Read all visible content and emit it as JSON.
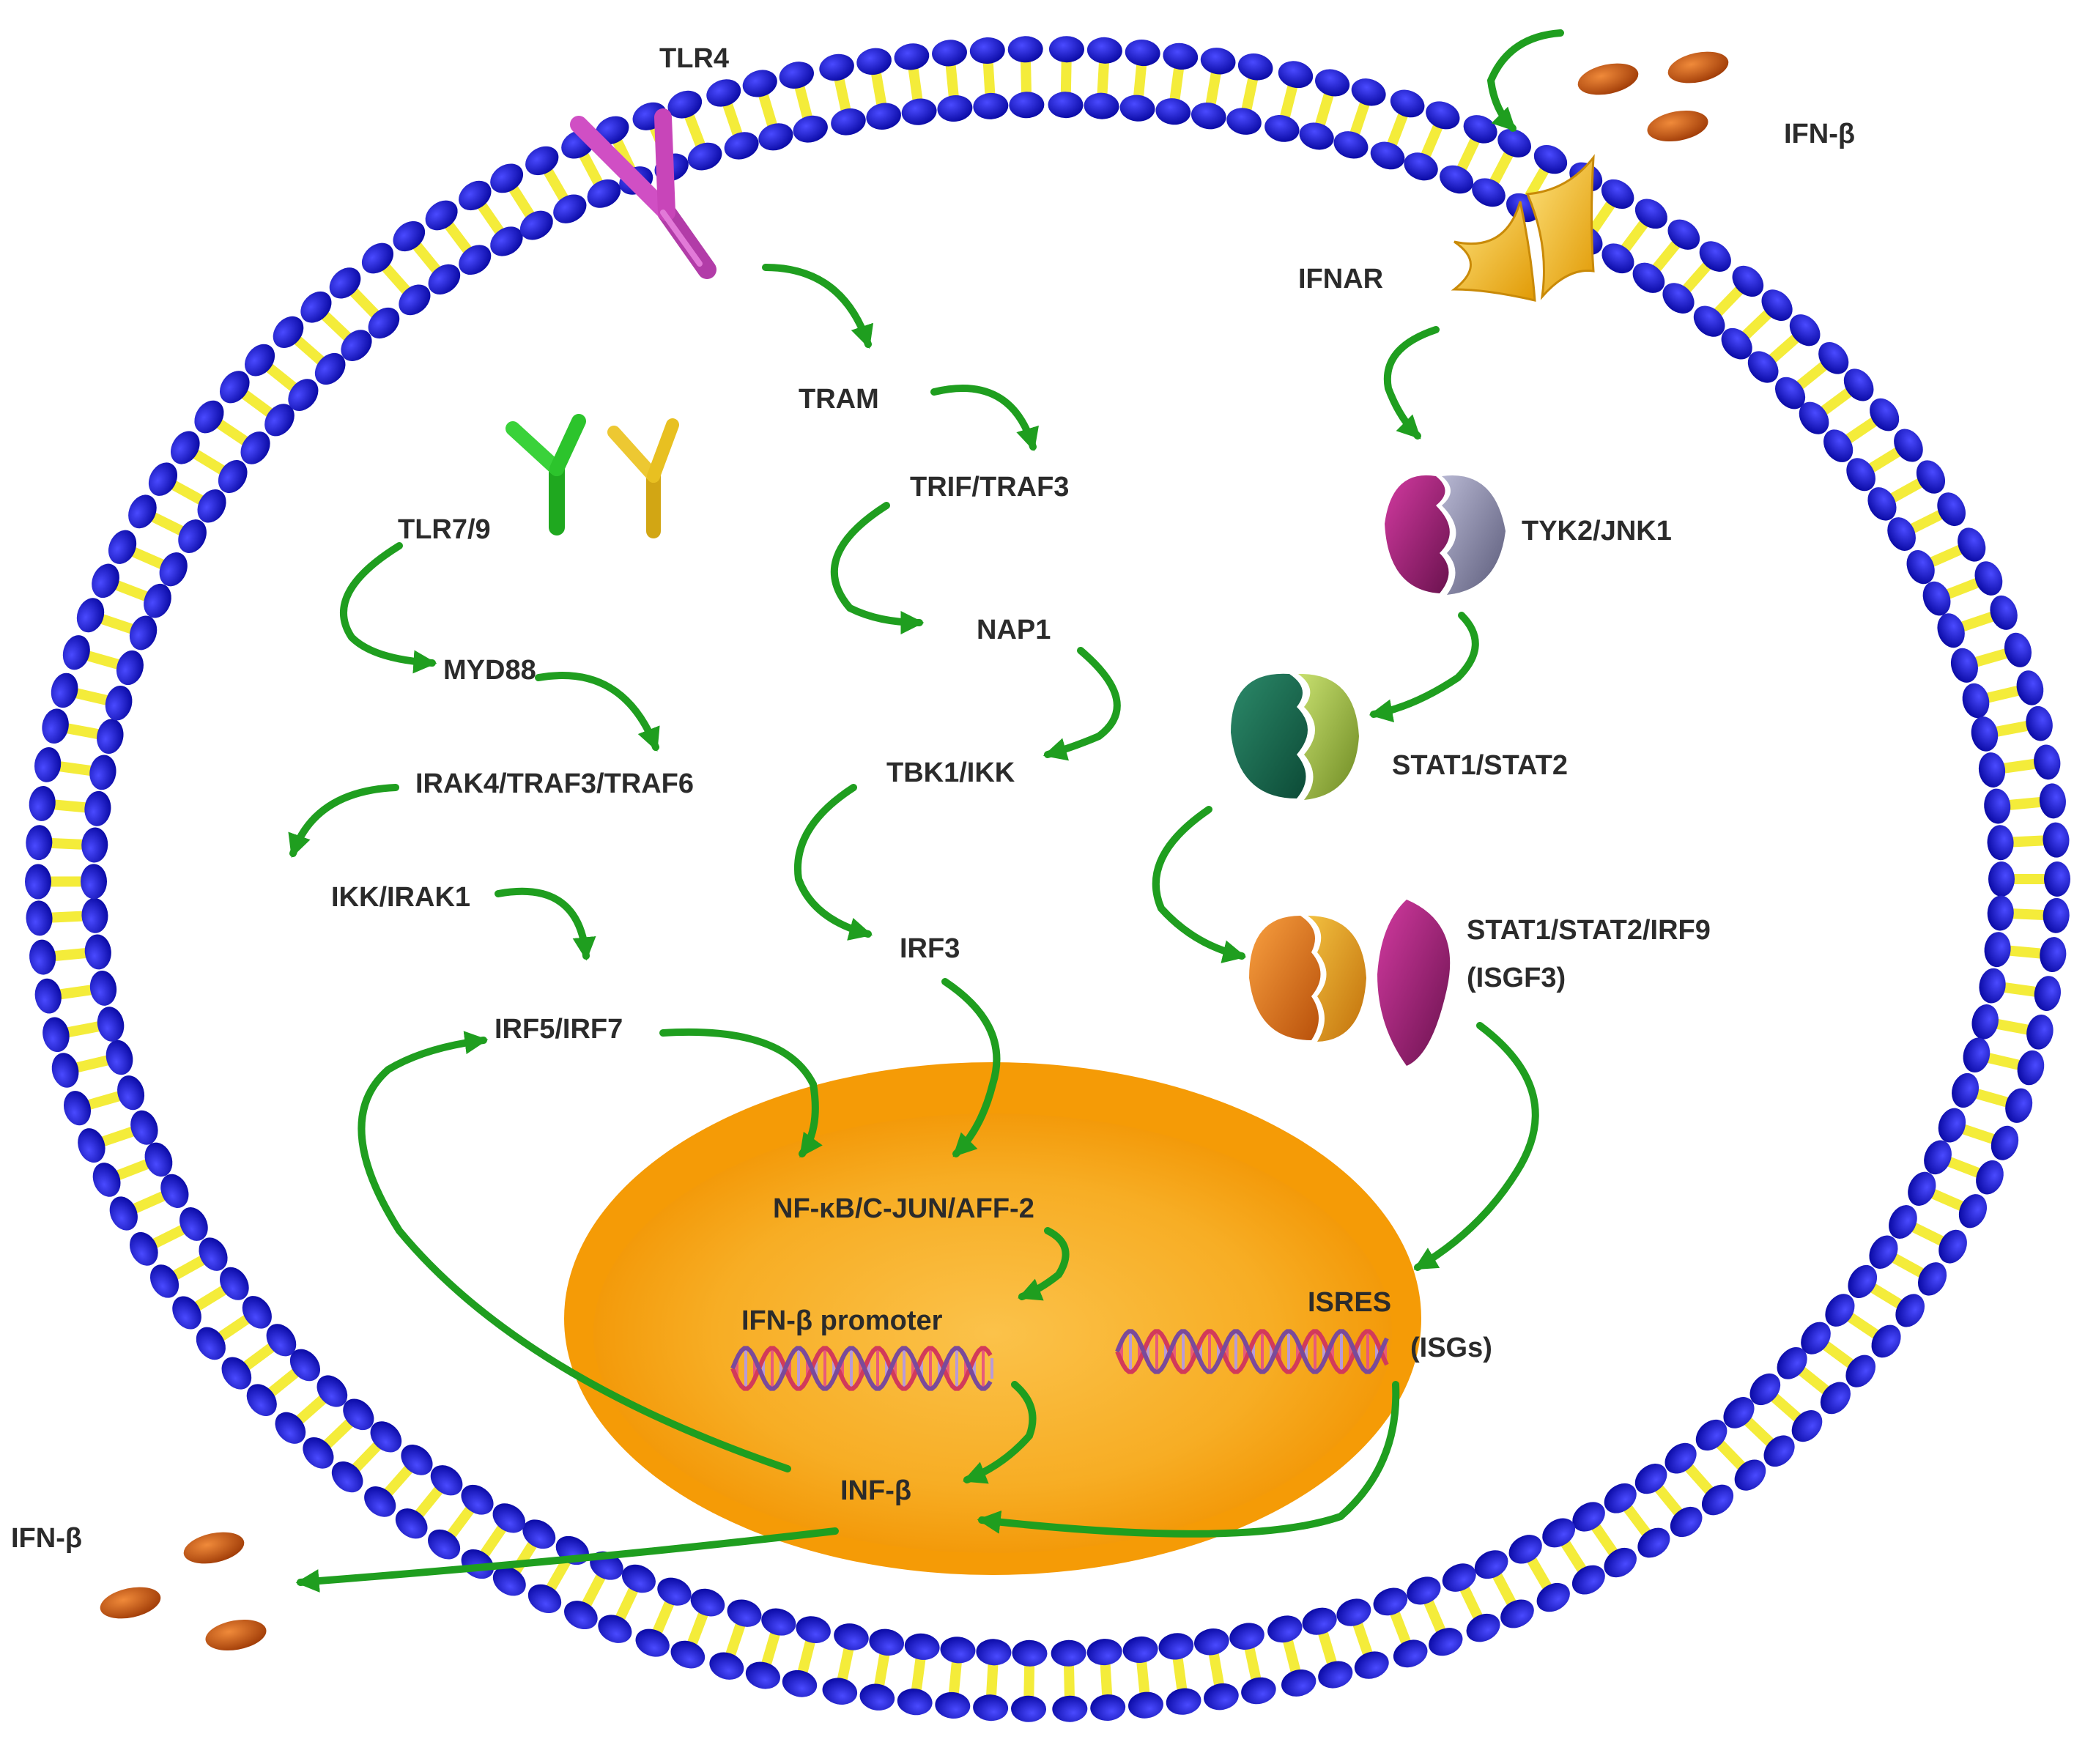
{
  "colors": {
    "membrane_head": "#1a1ad0",
    "membrane_tail": "#f4ec3a",
    "nucleus_outer": "#f6a10a",
    "nucleus_inner": "#f7b52e",
    "arrow": "#1f9e1f",
    "tlr4": "#c845b9",
    "tlr7": "#2cc42c",
    "tlr9": "#e8c021",
    "ifnar": "#f7c520",
    "ifn_particle": "#d35d10"
  },
  "labels": {
    "tlr4": "TLR4",
    "ifn_beta_top": "IFN-β",
    "ifnar": "IFNAR",
    "tram": "TRAM",
    "trif_traf3": "TRIF/TRAF3",
    "tlr7_9": "TLR7/9",
    "tyk2_jnk1": "TYK2/JNK1",
    "nap1": "NAP1",
    "myd88": "MYD88",
    "stat1_stat2": "STAT1/STAT2",
    "tbk1_ikk": "TBK1/IKK",
    "irak4_traf3_traf6": "IRAK4/TRAF3/TRAF6",
    "ikk_irak1": "IKK/IRAK1",
    "irf3": "IRF3",
    "stat1_stat2_irf9": "STAT1/STAT2/IRF9",
    "isgf3": "(ISGF3)",
    "irf5_irf7": "IRF5/IRF7",
    "nfkb": "NF-κB/C-JUN/AFF-2",
    "ifn_promoter": "IFN-β promoter",
    "isres": "ISRES",
    "isgs": "(ISGs)",
    "inf_beta": "INF-β",
    "ifn_beta_bottom": "IFN-β"
  }
}
